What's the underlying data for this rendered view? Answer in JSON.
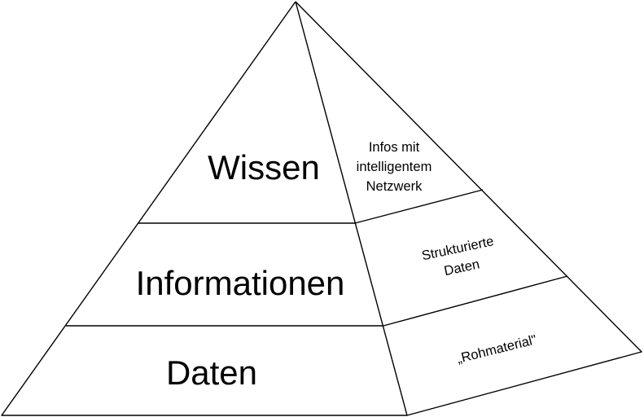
{
  "diagram": {
    "levels": [
      {
        "name": "Wissen",
        "description": [
          "Infos mit",
          "intelligentem",
          "Netzwerk"
        ]
      },
      {
        "name": "Informationen",
        "description": [
          "Strukturierte",
          "Daten"
        ]
      },
      {
        "name": "Daten",
        "description": [
          "„Rohmaterial\""
        ]
      }
    ],
    "colors": {
      "line": "#000000",
      "background": "#ffffff"
    }
  }
}
